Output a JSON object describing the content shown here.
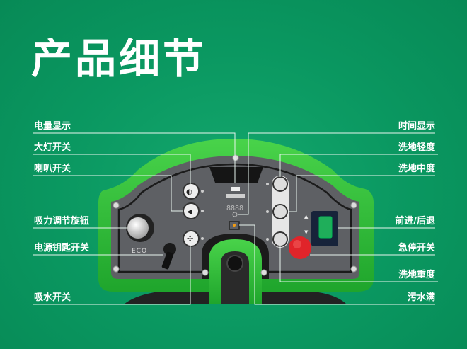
{
  "title": "产品细节",
  "left_labels": [
    "电量显示",
    "大灯开关",
    "喇叭开关",
    "吸力调节旋钮",
    "电源钥匙开关",
    "吸水开关"
  ],
  "right_labels": [
    "时间显示",
    "洗地轻度",
    "洗地中度",
    "前进/后退",
    "急停开关",
    "洗地重度",
    "污水满"
  ],
  "panel": {
    "knob_text": "ECO",
    "timer_digits": "8888"
  },
  "colors": {
    "background": "#0a9760",
    "shell": "#2fbf3a",
    "panel": "#5d5f63",
    "estop": "#e0242a"
  }
}
